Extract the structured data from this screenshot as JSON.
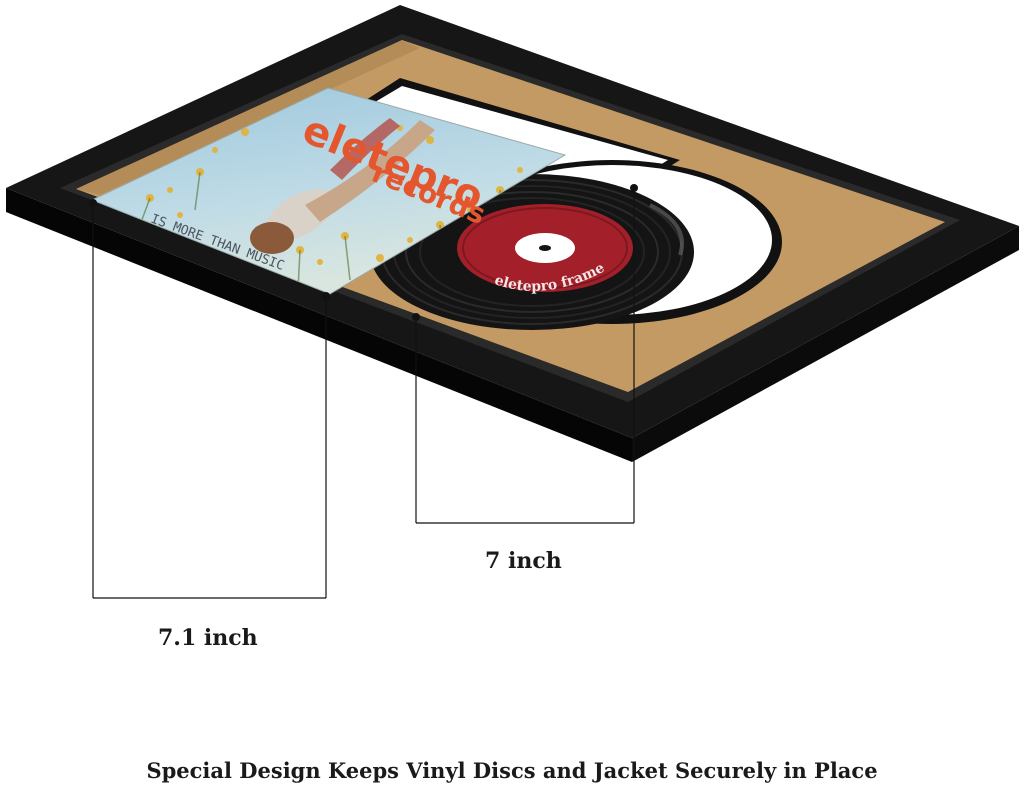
{
  "dimensions": {
    "jacket_label": "7.1 inch",
    "disc_label": "7 inch"
  },
  "jacket": {
    "brand_line1": "eletepro",
    "brand_line2": "records",
    "tagline": "IS MORE THAN MUSIC"
  },
  "disc": {
    "label_text": "eletepro frame"
  },
  "caption": "Special Design Keeps Vinyl Discs and Jacket Securely in Place",
  "colors": {
    "frame": "#121212",
    "mat": "#c49a64",
    "disc_label": "#a3202a",
    "disc": "#141414",
    "brand_text": "#e4572e"
  }
}
